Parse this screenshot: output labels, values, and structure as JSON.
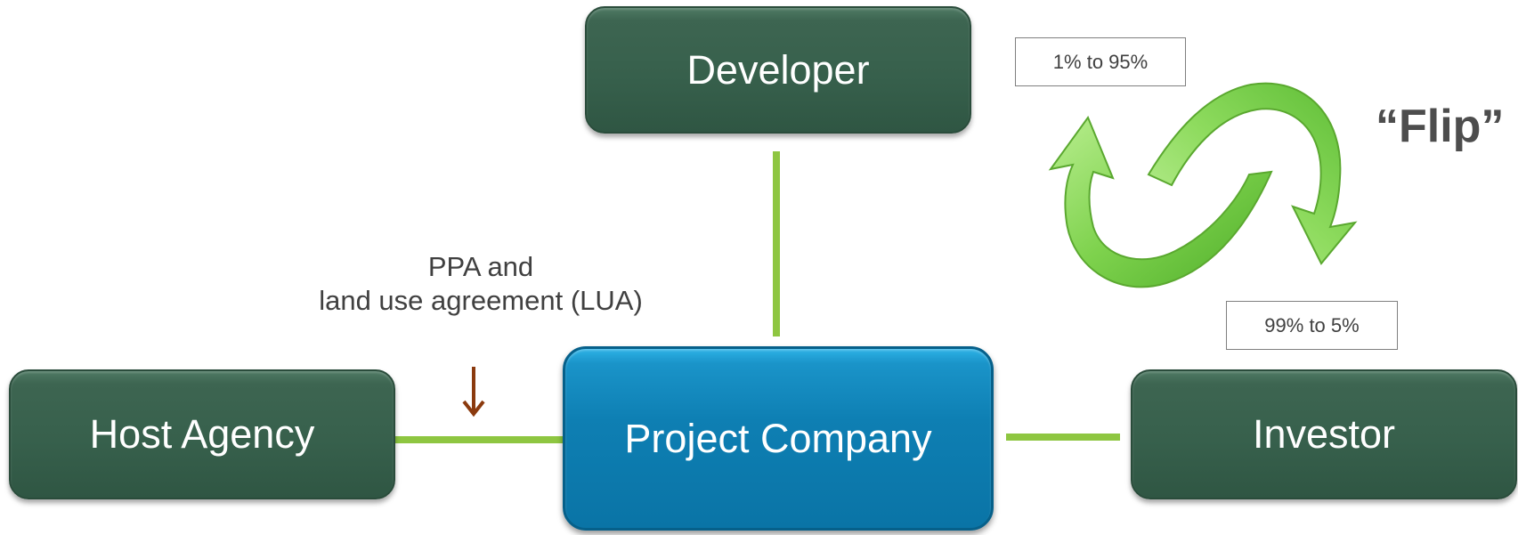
{
  "nodes": {
    "developer": "Developer",
    "project_company": "Project Company",
    "host_agency": "Host Agency",
    "investor": "Investor"
  },
  "labels": {
    "ppa_line1": "PPA and",
    "ppa_line2": "land use agreement (LUA)",
    "developer_share": "1% to 95%",
    "investor_share": "99% to 5%",
    "flip": "“Flip”"
  },
  "colors": {
    "dark_box": "#37604c",
    "blue_box": "#0e7fb3",
    "connector": "#8ec641",
    "down_arrow": "#8b3a0e",
    "flip_arrows": "#6cc43a"
  },
  "icons": {
    "down_arrow": "arrow-down-icon",
    "flip_arrows": "cycle-arrows-icon"
  }
}
